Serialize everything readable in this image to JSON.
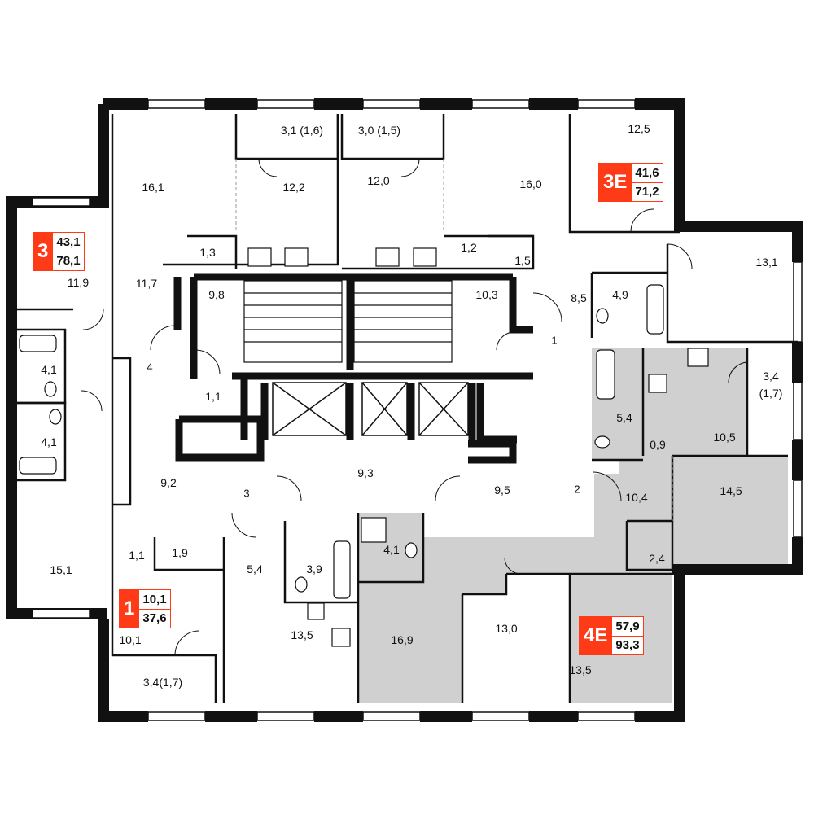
{
  "apartments": [
    {
      "number": "3",
      "living_area": "43,1",
      "total_area": "78,1"
    },
    {
      "number": "3Е",
      "living_area": "41,6",
      "total_area": "71,2"
    },
    {
      "number": "1",
      "living_area": "10,1",
      "total_area": "37,6"
    },
    {
      "number": "4Е",
      "living_area": "57,9",
      "total_area": "93,3"
    }
  ],
  "rooms": {
    "r16_1": "16,1",
    "r12_2": "12,2",
    "balcony_a": "3,1 (1,6)",
    "balcony_b": "3,0 (1,5)",
    "r12_0": "12,0",
    "r16_0": "16,0",
    "r12_5": "12,5",
    "r13_1": "13,1",
    "r11_9": "11,9",
    "r11_7": "11,7",
    "r1_3": "1,3",
    "r9_8": "9,8",
    "r1_2": "1,2",
    "r1_5": "1,5",
    "r10_3": "10,3",
    "r8_5": "8,5",
    "r4_9": "4,9",
    "r4_1a": "4,1",
    "r4_1b": "4,1",
    "r1_1a": "1,1",
    "r5_4a": "5,4",
    "r0_9": "0,9",
    "r10_5": "10,5",
    "r3_4": "3,4",
    "r3_4b": "(1,7)",
    "r9_2": "9,2",
    "r9_3": "9,3",
    "r9_5": "9,5",
    "r10_4": "10,4",
    "r14_5": "14,5",
    "r2_4": "2,4",
    "r15_1": "15,1",
    "r1_1b": "1,1",
    "r1_9": "1,9",
    "r5_4b": "5,4",
    "r3_9": "3,9",
    "r4_1c": "4,1",
    "r10_1": "10,1",
    "r13_5a": "13,5",
    "r16_9": "16,9",
    "r13_0": "13,0",
    "r13_5b": "13,5",
    "r3_4c": "3,4(1,7)"
  },
  "entrances": {
    "e1": "1",
    "e2": "2",
    "e3": "3",
    "e4": "4"
  },
  "colors": {
    "accent": "#ff3b17",
    "wall": "#111111",
    "highlight": "#d0d0d0"
  }
}
